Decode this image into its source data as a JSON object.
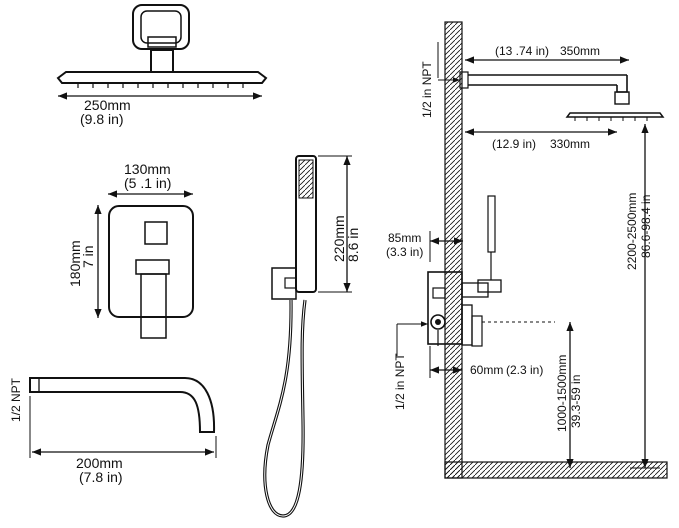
{
  "colors": {
    "line": "#111111",
    "background": "#ffffff",
    "wall_hatch": "#111111"
  },
  "icons": [
    "shower-head",
    "shower-arm",
    "valve-trim-plate",
    "valve-handle",
    "hand-shower",
    "shower-hose",
    "hose-holder",
    "tub-spout",
    "wall-section",
    "mixing-valve"
  ],
  "shower_head": {
    "width_mm": "250mm",
    "width_in": "(9.8  in)"
  },
  "trim_plate": {
    "width_mm": "130mm",
    "width_in": "(5 .1 in)",
    "height_mm": "180mm",
    "height_in": "7 in"
  },
  "hand_shower": {
    "height_mm": "220mm",
    "height_in": "8.6 in"
  },
  "tub_spout": {
    "thread": "1/2 NPT",
    "length_mm": "200mm",
    "length_in": "(7.8 in)"
  },
  "side_view": {
    "arm_thread": "1/2 in NPT",
    "arm_length_in": "(13 .74 in)",
    "arm_length_mm": "350mm",
    "head_offset_in": "(12.9 in)",
    "head_offset_mm": "330mm",
    "valve_depth_mm": "85mm",
    "valve_depth_in": "(3.3 in)",
    "valve_thread": "1/2 in NPT",
    "trim_depth_mm": "60mm",
    "trim_depth_in": "(2.3 in)",
    "valve_height_mm": "1000-1500mm",
    "valve_height_in": "39.3-59 in",
    "head_height_mm": "2200-2500mm",
    "head_height_in": "86.6-98.4 in"
  }
}
